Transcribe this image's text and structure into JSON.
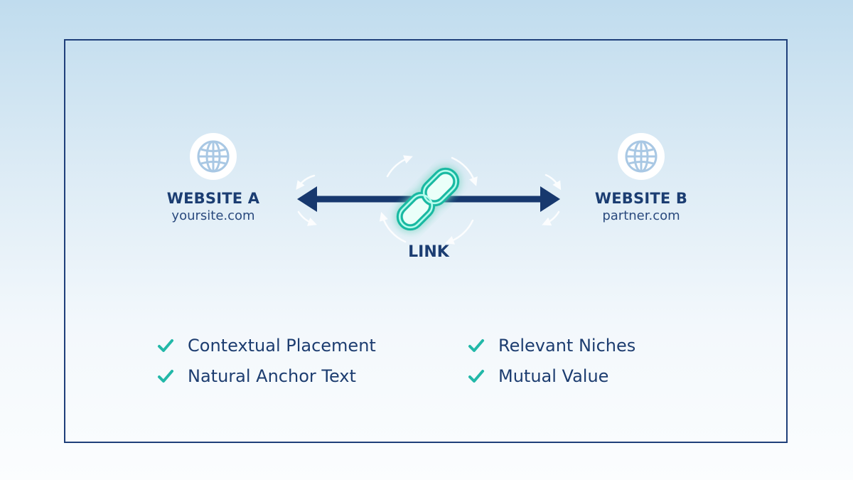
{
  "website_a": {
    "title": "WEBSITE A",
    "url": "yoursite.com",
    "icon": "globe-icon"
  },
  "website_b": {
    "title": "WEBSITE B",
    "url": "partner.com",
    "icon": "globe-icon"
  },
  "link": {
    "label": "LINK",
    "icon": "chain-link-icon",
    "glow_color": "#2ed3b7"
  },
  "features": [
    {
      "label": "Contextual Placement",
      "icon": "checkmark-icon"
    },
    {
      "label": "Natural Anchor Text",
      "icon": "checkmark-icon"
    },
    {
      "label": "Relevant Niches",
      "icon": "checkmark-icon"
    },
    {
      "label": "Mutual Value",
      "icon": "checkmark-icon"
    }
  ],
  "colors": {
    "navy": "#1b3d72",
    "check": "#22b8a8",
    "arrow": "#17386e"
  }
}
